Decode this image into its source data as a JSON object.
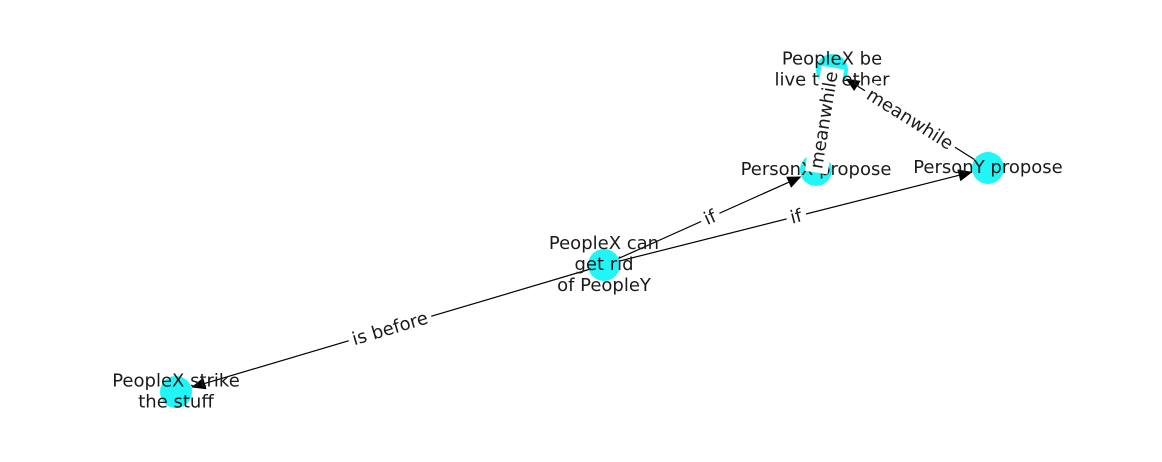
{
  "colors": {
    "node_fill": "#22f5f5",
    "edge": "#000000",
    "text": "#1a1a1a",
    "background": "#ffffff"
  },
  "nodes": [
    {
      "id": "live_together",
      "lines": [
        "PeopleX be",
        "live together"
      ]
    },
    {
      "id": "personx_propose",
      "lines": [
        "PersonX propose"
      ]
    },
    {
      "id": "persony_propose",
      "lines": [
        "PersonY propose"
      ]
    },
    {
      "id": "get_rid",
      "lines": [
        "PeopleX can",
        "get rid",
        "of PeopleY"
      ]
    },
    {
      "id": "strike_stuff",
      "lines": [
        "PeopleX strike",
        "the stuff"
      ]
    }
  ],
  "edges": [
    {
      "id": "e1",
      "source": "personx_propose",
      "target": "live_together",
      "label": "meanwhile"
    },
    {
      "id": "e2",
      "source": "persony_propose",
      "target": "live_together",
      "label": "meanwhile"
    },
    {
      "id": "e3",
      "source": "get_rid",
      "target": "personx_propose",
      "label": "if"
    },
    {
      "id": "e4",
      "source": "get_rid",
      "target": "persony_propose",
      "label": "if"
    },
    {
      "id": "e5",
      "source": "get_rid",
      "target": "strike_stuff",
      "label": "is before"
    }
  ]
}
